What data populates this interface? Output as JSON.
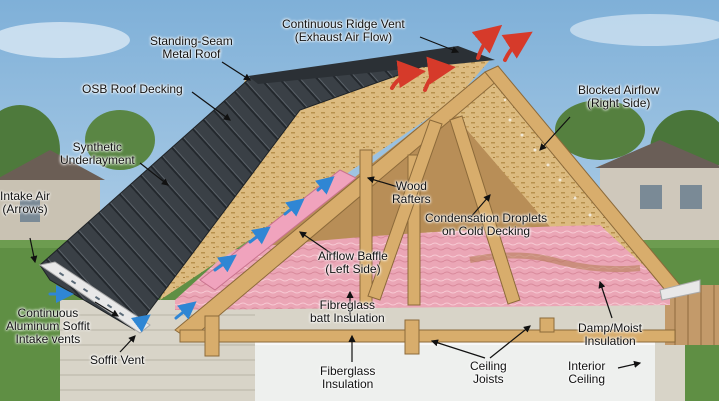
{
  "labels": {
    "ridge_vent": [
      "Continuous Ridge Vent",
      "(Exhaust Air Flow)"
    ],
    "metal_roof": [
      "Standing-Seam",
      "Metal Roof"
    ],
    "osb_decking": [
      "OSB Roof Decking"
    ],
    "blocked_airflow": [
      "Blocked Airflow",
      "(Right Side)"
    ],
    "underlayment": [
      "Synthetic",
      "Underlayment"
    ],
    "intake_air": [
      "Intake Air",
      "(Arrows)"
    ],
    "wood_rafters": [
      "Wood",
      "Rafters"
    ],
    "condensation": [
      "Condensation Droplets",
      "on Cold Decking"
    ],
    "airflow_baffle": [
      "Airflow Baffle",
      "(Left Side)"
    ],
    "batt_insulation": [
      "Fibreglass",
      "batt Insulation"
    ],
    "soffit_intake": [
      "Continuous",
      "Aluminum Soffit",
      "Intake vents"
    ],
    "damp_insulation": [
      "Damp/Moist",
      "Insulation"
    ],
    "soffit_vent": [
      "Soffit Vent"
    ],
    "fibreglass_insulation": [
      "Fiberglass",
      "Insulation"
    ],
    "ceiling_joists": [
      "Ceiling",
      "Joists"
    ],
    "interior_ceiling": [
      "Interior",
      "Ceiling"
    ]
  },
  "colors": {
    "sky": "#9fc4e0",
    "metal_roof": "#3b4147",
    "osb": "#d9b77a",
    "wood": "#d8ad6c",
    "insulation": "#eaa5b4",
    "airflow_arrow_exhaust": "#d63a2a",
    "airflow_arrow_intake": "#2f86d4",
    "soffit": "#e8e8e8",
    "siding": "#d8d4c8"
  }
}
